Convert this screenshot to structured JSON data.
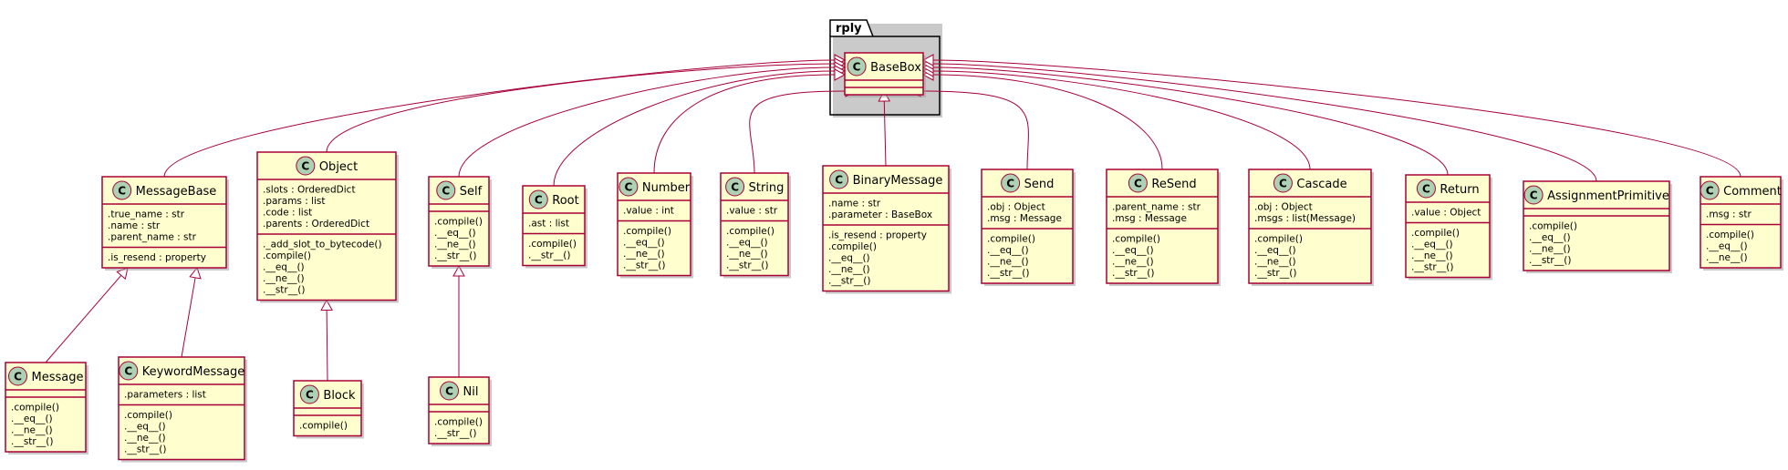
{
  "diagram": {
    "package": {
      "name": "rply"
    },
    "classes": [
      {
        "id": "BaseBox",
        "name": "BaseBox",
        "stereotype_letter": "C",
        "attributes": [],
        "methods": []
      },
      {
        "id": "MessageBase",
        "name": "MessageBase",
        "stereotype_letter": "C",
        "attributes": [
          ".true_name : str",
          ".name : str",
          ".parent_name : str"
        ],
        "methods": [
          ".is_resend : property"
        ]
      },
      {
        "id": "Object",
        "name": "Object",
        "stereotype_letter": "C",
        "attributes": [
          ".slots : OrderedDict",
          ".params : list",
          ".code : list",
          ".parents : OrderedDict"
        ],
        "methods": [
          "._add_slot_to_bytecode()",
          ".compile()",
          ".__eq__()",
          ".__ne__()",
          ".__str__()"
        ]
      },
      {
        "id": "Self",
        "name": "Self",
        "stereotype_letter": "C",
        "attributes": [],
        "methods": [
          ".compile()",
          ".__eq__()",
          ".__ne__()",
          ".__str__()"
        ]
      },
      {
        "id": "Root",
        "name": "Root",
        "stereotype_letter": "C",
        "attributes": [
          ".ast : list"
        ],
        "methods": [
          ".compile()",
          ".__str__()"
        ]
      },
      {
        "id": "Number",
        "name": "Number",
        "stereotype_letter": "C",
        "attributes": [
          ".value : int"
        ],
        "methods": [
          ".compile()",
          ".__eq__()",
          ".__ne__()",
          ".__str__()"
        ]
      },
      {
        "id": "String",
        "name": "String",
        "stereotype_letter": "C",
        "attributes": [
          ".value : str"
        ],
        "methods": [
          ".compile()",
          ".__eq__()",
          ".__ne__()",
          ".__str__()"
        ]
      },
      {
        "id": "BinaryMessage",
        "name": "BinaryMessage",
        "stereotype_letter": "C",
        "attributes": [
          ".name : str",
          ".parameter : BaseBox"
        ],
        "methods": [
          ".is_resend : property",
          ".compile()",
          ".__eq__()",
          ".__ne__()",
          ".__str__()"
        ]
      },
      {
        "id": "Send",
        "name": "Send",
        "stereotype_letter": "C",
        "attributes": [
          ".obj : Object",
          ".msg : Message"
        ],
        "methods": [
          ".compile()",
          ".__eq__()",
          ".__ne__()",
          ".__str__()"
        ]
      },
      {
        "id": "ReSend",
        "name": "ReSend",
        "stereotype_letter": "C",
        "attributes": [
          ".parent_name : str",
          ".msg : Message"
        ],
        "methods": [
          ".compile()",
          ".__eq__()",
          ".__ne__()",
          ".__str__()"
        ]
      },
      {
        "id": "Cascade",
        "name": "Cascade",
        "stereotype_letter": "C",
        "attributes": [
          ".obj : Object",
          ".msgs : list(Message)"
        ],
        "methods": [
          ".compile()",
          ".__eq__()",
          ".__ne__()",
          ".__str__()"
        ]
      },
      {
        "id": "Return",
        "name": "Return",
        "stereotype_letter": "C",
        "attributes": [
          ".value : Object"
        ],
        "methods": [
          ".compile()",
          ".__eq__()",
          ".__ne__()",
          ".__str__()"
        ]
      },
      {
        "id": "AssignmentPrimitive",
        "name": "AssignmentPrimitive",
        "stereotype_letter": "C",
        "attributes": [],
        "methods": [
          ".compile()",
          ".__eq__()",
          ".__ne__()",
          ".__str__()"
        ]
      },
      {
        "id": "Comment",
        "name": "Comment",
        "stereotype_letter": "C",
        "attributes": [
          ".msg : str"
        ],
        "methods": [
          ".compile()",
          ".__eq__()",
          ".__ne__()"
        ]
      },
      {
        "id": "Message",
        "name": "Message",
        "stereotype_letter": "C",
        "attributes": [],
        "methods": [
          ".compile()",
          ".__eq__()",
          ".__ne__()",
          ".__str__()"
        ]
      },
      {
        "id": "KeywordMessage",
        "name": "KeywordMessage",
        "stereotype_letter": "C",
        "attributes": [
          ".parameters : list"
        ],
        "methods": [
          ".compile()",
          ".__eq__()",
          ".__ne__()",
          ".__str__()"
        ]
      },
      {
        "id": "Block",
        "name": "Block",
        "stereotype_letter": "C",
        "attributes": [],
        "methods": [
          ".compile()"
        ]
      },
      {
        "id": "Nil",
        "name": "Nil",
        "stereotype_letter": "C",
        "attributes": [],
        "methods": [
          ".compile()",
          ".__str__()"
        ]
      }
    ],
    "inheritance": [
      {
        "child": "MessageBase",
        "parent": "BaseBox"
      },
      {
        "child": "Object",
        "parent": "BaseBox"
      },
      {
        "child": "Self",
        "parent": "BaseBox"
      },
      {
        "child": "Root",
        "parent": "BaseBox"
      },
      {
        "child": "Number",
        "parent": "BaseBox"
      },
      {
        "child": "String",
        "parent": "BaseBox"
      },
      {
        "child": "BinaryMessage",
        "parent": "BaseBox"
      },
      {
        "child": "Send",
        "parent": "BaseBox"
      },
      {
        "child": "ReSend",
        "parent": "BaseBox"
      },
      {
        "child": "Cascade",
        "parent": "BaseBox"
      },
      {
        "child": "Return",
        "parent": "BaseBox"
      },
      {
        "child": "AssignmentPrimitive",
        "parent": "BaseBox"
      },
      {
        "child": "Comment",
        "parent": "BaseBox"
      },
      {
        "child": "Message",
        "parent": "MessageBase"
      },
      {
        "child": "KeywordMessage",
        "parent": "MessageBase"
      },
      {
        "child": "Block",
        "parent": "Object"
      },
      {
        "child": "Nil",
        "parent": "Self"
      }
    ],
    "colors": {
      "class_fill": "#FEFECE",
      "class_border": "#A80036",
      "class_icon_fill": "#ADD1B2",
      "edge": "#A80036"
    }
  }
}
